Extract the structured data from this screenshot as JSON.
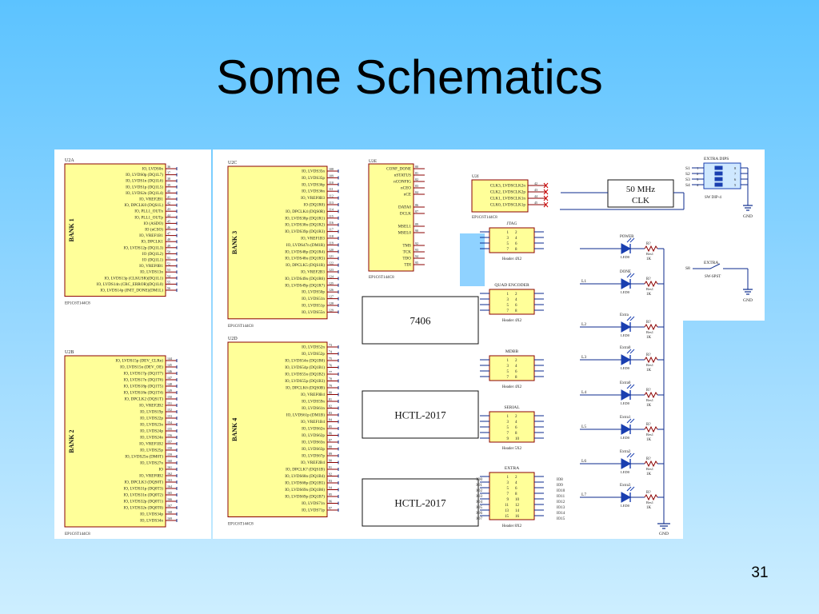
{
  "slide": {
    "title": "Some Schematics",
    "page_number": "31",
    "accent_colors": {
      "background_top": "#5cc3ff",
      "background_bottom": "#cdeeff",
      "ic_fill": "#ffff99",
      "wire": "#0b2a8c",
      "pin": "#8b0000"
    }
  },
  "schematic": {
    "banks": [
      {
        "ref": "U2A",
        "name": "BANK 1",
        "part": "EP1C6T144C8",
        "pins": [
          "IO, LVDS0n",
          "IO, LVDS0p (DQ1L7)",
          "IO, LVDS1n (DQ1L6)",
          "IO, LVDS1p (DQ1L5)",
          "IO, LVDS2n (DQ1L4)",
          "IO, VREF2B1",
          "IO, DPCLK0 (DQS1L)",
          "IO, PLL1_OUTn",
          "IO, PLL1_OUTp",
          "IO (ASDO)",
          "IO (nCSO)",
          "IO, VREF1B1",
          "IO, DPCLK1",
          "IO, LVDS12p (DQ1L3)",
          "IO (DQ1L2)",
          "IO (DQ1L1)",
          "IO, VREF0B1",
          "IO, LVDS13n",
          "IO, LVDS13p (CLKUSR)(DQ1L1)",
          "IO, LVDS14n (CRC_ERROR)(DQ1L0)",
          "IO, LVDS14p (INIT_DONE)(DM1L)"
        ]
      },
      {
        "ref": "U2B",
        "name": "BANK 2",
        "part": "EP1C6T144C8",
        "pins": [
          "IO, LVDS15p (DEV_CLRn)",
          "IO, LVDS15n (DEV_OE)",
          "IO, LVDS17p (DQ1T7)",
          "IO, LVDS17n (DQ1T6)",
          "IO, LVDS18p (DQ1T5)",
          "IO, LVDS18n (DQ1T4)",
          "IO, DPCLK2 (DQS1T)",
          "IO, VREF2B2",
          "IO, LVDS19p",
          "IO, LVDS22p",
          "IO, LVDS23n",
          "IO, LVDS24p",
          "IO, LVDS24n",
          "IO, VREF1B2",
          "IO, LVDS25p",
          "IO, LVDS25n (DM0T)",
          "IO, LVDS27n",
          "IO",
          "IO, VREF0B2",
          "IO, DPCLK3 (DQS0T)",
          "IO, LVDS31p (DQ0T3)",
          "IO, LVDS31n (DQ0T2)",
          "IO, LVDS32p (DQ0T1)",
          "IO, LVDS32n (DQ0T0)",
          "IO, LVDS34p",
          "IO, LVDS34n"
        ]
      },
      {
        "ref": "U2C",
        "name": "BANK 3",
        "part": "EP1C6T144C8",
        "pins": [
          "IO, LVDS35n",
          "IO, LVDS35p",
          "IO, LVDS36p",
          "IO, LVDS36n",
          "IO, VREF0B3",
          "IO (DQ1R0)",
          "IO, DPCLK4 (DQS0R)",
          "IO, LVDS38p (DQ1R1)",
          "IO, LVDS38n (DQ1R2)",
          "IO, LVDS39p (DQ1R3)",
          "IO, VREF1B3",
          "IO, LVDS47n (DM1R)",
          "IO, LVDS48p (DQ1R4)",
          "IO, LVDS48n (DQ1R5)",
          "IO, DPCLK5 (DQS1R)",
          "IO, VREF2B3",
          "IO, LVDS49n (DQ1R6)",
          "IO, LVDS49p (DQ1R7)",
          "IO, LVDS50p",
          "IO, LVDS51n",
          "IO, LVDS51p",
          "IO, LVDS55n"
        ]
      },
      {
        "ref": "U2D",
        "name": "BANK 4",
        "part": "EP1C6T144C8",
        "pins": [
          "IO, LVDS52n",
          "IO, LVDS52p",
          "IO, LVDS54n (DQ1B0)",
          "IO, LVDS54p (DQ1B1)",
          "IO, LVDS55n (DQ1B2)",
          "IO, LVDS55p (DQ1B3)",
          "IO, DPCLK6 (DQS0B)",
          "IO, VREF0B4",
          "IO, LVDS59n",
          "IO, LVDS61n",
          "IO, LVDS61p (DM1B)",
          "IO, VREF1B4",
          "IO, LVDS62n",
          "IO, LVDS62p",
          "IO, LVDS63n",
          "IO, LVDS63p",
          "IO, LVDS67p",
          "IO, VREF2B4",
          "IO, DPCLK7 (DQS1B)",
          "IO, LVDS68n (DQ1B4)",
          "IO, LVDS68p (DQ1B5)",
          "IO, LVDS69n (DQ1B6)",
          "IO, LVDS69p (DQ1B7)",
          "IO, LVDS71n",
          "IO, LVDS71p"
        ]
      }
    ],
    "config": {
      "ref": "U2E",
      "part": "EP1C6T144C8",
      "pins": [
        "CONF_DONE",
        "nSTATUS",
        "nCONFIG",
        "nCEO",
        "nCE",
        "",
        "DATA0",
        "DCLK",
        "",
        "MSEL1",
        "MSEL0",
        "",
        "TMS",
        "TCK",
        "TDO",
        "TDI"
      ]
    },
    "clock": {
      "ref": "U2I",
      "part": "EP1C6T144C8",
      "pins": [
        "CLK3, LVDSCLK2n",
        "CLK2, LVDSCLK2p",
        "CLK1, LVDSCLK1n",
        "CLK0, LVDSCLK1p"
      ],
      "oscillator": "50 MHz CLK"
    },
    "blocks": [
      "7406",
      "HCTL-2017",
      "HCTL-2017"
    ],
    "headers": [
      {
        "name": "JTAG",
        "part": "Header 4X2",
        "pins": [
          "1",
          "2",
          "3",
          "4",
          "5",
          "6",
          "7",
          "8"
        ]
      },
      {
        "name": "QUAD ENCODER",
        "part": "Header 4X2",
        "pins": [
          "1",
          "2",
          "3",
          "4",
          "5",
          "6",
          "7",
          "8"
        ]
      },
      {
        "name": "MDBB",
        "part": "Header 4X2",
        "pins": [
          "1",
          "2",
          "3",
          "4",
          "5",
          "6",
          "7",
          "8"
        ]
      },
      {
        "name": "SERIAL",
        "part": "Header 5X2",
        "pins": [
          "1",
          "2",
          "3",
          "4",
          "5",
          "6",
          "7",
          "8",
          "9",
          "10"
        ]
      },
      {
        "name": "EXTRA",
        "part": "Header 8X2",
        "pins": [
          "1",
          "2",
          "3",
          "4",
          "5",
          "6",
          "7",
          "8",
          "9",
          "10",
          "11",
          "12",
          "13",
          "14",
          "15",
          "16"
        ]
      }
    ],
    "extra_io": {
      "left": [
        "IO0",
        "IO1",
        "IO2",
        "IO3",
        "IO4",
        "IO5",
        "IO6",
        "IO7"
      ],
      "right": [
        "IO8",
        "IO9",
        "IO10",
        "IO11",
        "IO12",
        "IO13",
        "IO14",
        "IO15"
      ]
    },
    "leds": [
      {
        "net": "",
        "label": "POWER",
        "part": "LED0",
        "res": "R?",
        "res_part": "Res1",
        "value": "1K"
      },
      {
        "net": "L1",
        "label": "DONE",
        "part": "LED0",
        "res": "R?",
        "res_part": "Res1",
        "value": "1K"
      },
      {
        "net": "L2",
        "label": "Extra",
        "part": "LED0",
        "res": "R?",
        "res_part": "Res1",
        "value": "1K"
      },
      {
        "net": "L3",
        "label": "Extra0",
        "part": "LED0",
        "res": "R?",
        "res_part": "Res1",
        "value": "1K"
      },
      {
        "net": "L4",
        "label": "Extra0",
        "part": "LED0",
        "res": "R?",
        "res_part": "Res1",
        "value": "1K"
      },
      {
        "net": "L5",
        "label": "Extra1",
        "part": "LED0",
        "res": "R?",
        "res_part": "Res1",
        "value": "1K"
      },
      {
        "net": "L6",
        "label": "Extra2",
        "part": "LED0",
        "res": "R?",
        "res_part": "Res1",
        "value": "1K"
      },
      {
        "net": "L7",
        "label": "Extra3",
        "part": "LED0",
        "res": "R?",
        "res_part": "Res1",
        "value": "1K"
      }
    ],
    "dip": {
      "title": "EXTRA DIPS",
      "part": "SW DIP-4",
      "switches": [
        "S1",
        "S2",
        "S3",
        "S4"
      ],
      "gnd": "GND"
    },
    "spst": {
      "title": "EXTRA",
      "part": "SW-SPST",
      "switch": "S8",
      "gnd": "GND"
    },
    "gnd_label": "GND"
  }
}
